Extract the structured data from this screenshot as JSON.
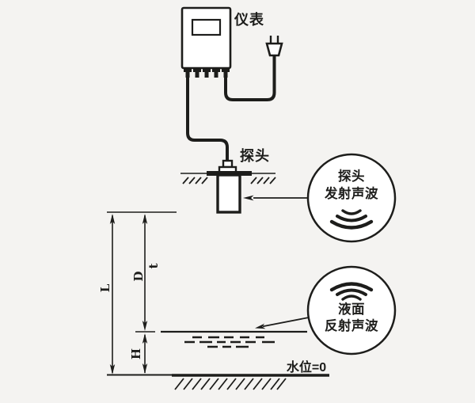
{
  "colors": {
    "background": "#f4f3f1",
    "ink": "#1d1d1b",
    "fill": "#ffffff"
  },
  "labels": {
    "instrument": "仪表",
    "probe": "探头",
    "water_level": "水位=0"
  },
  "callouts": {
    "emit": {
      "line1": "探头",
      "line2": "发射声波"
    },
    "reflect": {
      "line1": "液面",
      "line2": "反射声波"
    }
  },
  "dimension_labels": {
    "total": "L",
    "distance": "D",
    "time": "t",
    "height": "H"
  },
  "icons": {
    "power_plug": "power-plug-icon",
    "sound_wave_down": "sound-wave-down-icon",
    "sound_wave_up": "sound-wave-up-icon",
    "arrow_left": "arrow-left-icon",
    "ground_hatch": "ground-hatch-pattern",
    "water_surface": "water-surface-dashes"
  }
}
